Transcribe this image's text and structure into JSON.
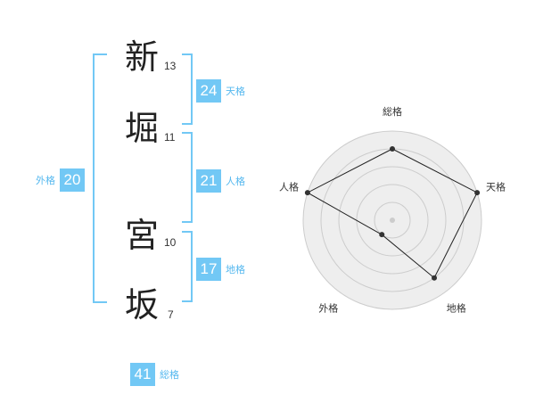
{
  "name": {
    "characters": [
      {
        "char": "新",
        "strokes": "13"
      },
      {
        "char": "堀",
        "strokes": "11"
      },
      {
        "char": "宮",
        "strokes": "10"
      },
      {
        "char": "坂",
        "strokes": "7"
      }
    ]
  },
  "fortunes": {
    "tenkaku": {
      "value": "24",
      "label": "天格"
    },
    "jinkaku": {
      "value": "21",
      "label": "人格"
    },
    "chikaku": {
      "value": "17",
      "label": "地格"
    },
    "gaikaku": {
      "value": "20",
      "label": "外格"
    },
    "soukaku": {
      "value": "41",
      "label": "総格"
    }
  },
  "radar": {
    "axes": [
      "総格",
      "天格",
      "地格",
      "外格",
      "人格"
    ],
    "values": [
      4,
      5,
      4,
      1,
      5
    ],
    "max": 5,
    "levels": 5,
    "colors": {
      "fill": "#eeeeee",
      "ring": "#cccccc",
      "polygon": "#222222",
      "point": "#333333",
      "center": "#cccccc"
    }
  },
  "colors": {
    "accent": "#72c8f5",
    "label": "#55b8ef"
  }
}
